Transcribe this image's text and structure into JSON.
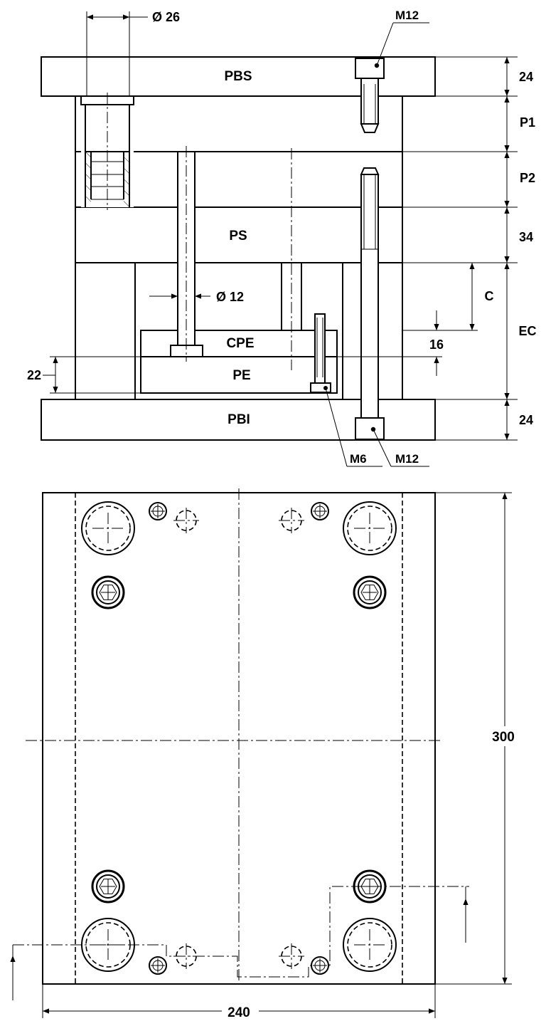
{
  "section_view": {
    "plates": {
      "pbs": "PBS",
      "ps": "PS",
      "cpe": "CPE",
      "pe": "PE",
      "pbi": "PBI"
    },
    "callouts": {
      "guide_bushing_diameter": "Ø 26",
      "ejector_pin_diameter": "Ø 12",
      "top_screw": "M12",
      "bottom_screw": "M12",
      "ejector_screw": "M6"
    },
    "dimensions": {
      "pbs_thickness": "24",
      "p1": "P1",
      "p2": "P2",
      "ps_thickness": "34",
      "stroke": "C",
      "cpe_thickness": "16",
      "spacer_height": "EC",
      "pbi_thickness": "24",
      "pe_offset": "22"
    }
  },
  "plan_view": {
    "dimensions": {
      "height": "300",
      "width": "240"
    }
  }
}
